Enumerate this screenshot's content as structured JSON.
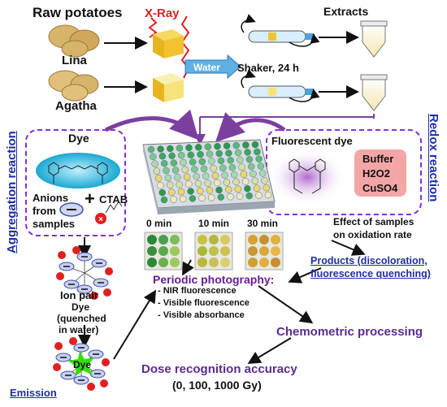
{
  "labels": {
    "raw_potatoes": "Raw potatoes",
    "xray": "X-Ray",
    "extracts": "Extracts",
    "lina": "Lina",
    "agatha": "Agatha",
    "water": "Water",
    "shaker": "Shaker, 24 h",
    "aggregation_reaction": "Aggregation reaction",
    "redox_reaction": "Redox reaction",
    "dye": "Dye",
    "anions_line1": "Anions",
    "anions_line2": "from",
    "anions_line3": "samples",
    "plus": "+",
    "ctab": "CTAB",
    "fluorescent_dye": "Fluorescent dye",
    "buffer": "Buffer",
    "h2o2": "H2O2",
    "cuso4": "CuSO4",
    "time_0": "0 min",
    "time_10": "10 min",
    "time_30": "30 min",
    "effect_line1": "Effect of samples",
    "effect_line2": "on oxidation rate",
    "products_line1": "Products (discoloration,",
    "products_line2": "fluorescence quenching)",
    "periodic_photography": "Periodic photography:",
    "nir_fluorescence": "- NIR fluorescence",
    "visible_fluorescence": "- Visible fluorescence",
    "visible_absorbance": "- Visible absorbance",
    "ion_pair": "Ion pair",
    "dye_quenched_line1": "Dye",
    "dye_quenched_line2": "(quenched",
    "dye_quenched_line3": "in water)",
    "chemometric_processing": "Chemometric processing",
    "dye_emission": "Dye",
    "emission": "Emission",
    "dose_accuracy": "Dose recognition accuracy",
    "dose_values": "(0, 100, 1000 Gy)"
  },
  "colors": {
    "purple_arrow": "#7b3fa0",
    "dashed_border": "#8a2be2",
    "link_blue": "#1f2fa0",
    "chemometric_purple": "#5b2c8f",
    "dye_cyan": "#29b6d8",
    "buffer_pink": "#f4a6a6",
    "potato": "#d8b46a",
    "cube_yellow": "#f2c230",
    "xray_red": "#e02020",
    "water_blue": "#4aa3df",
    "emission_green": "#33e000"
  }
}
